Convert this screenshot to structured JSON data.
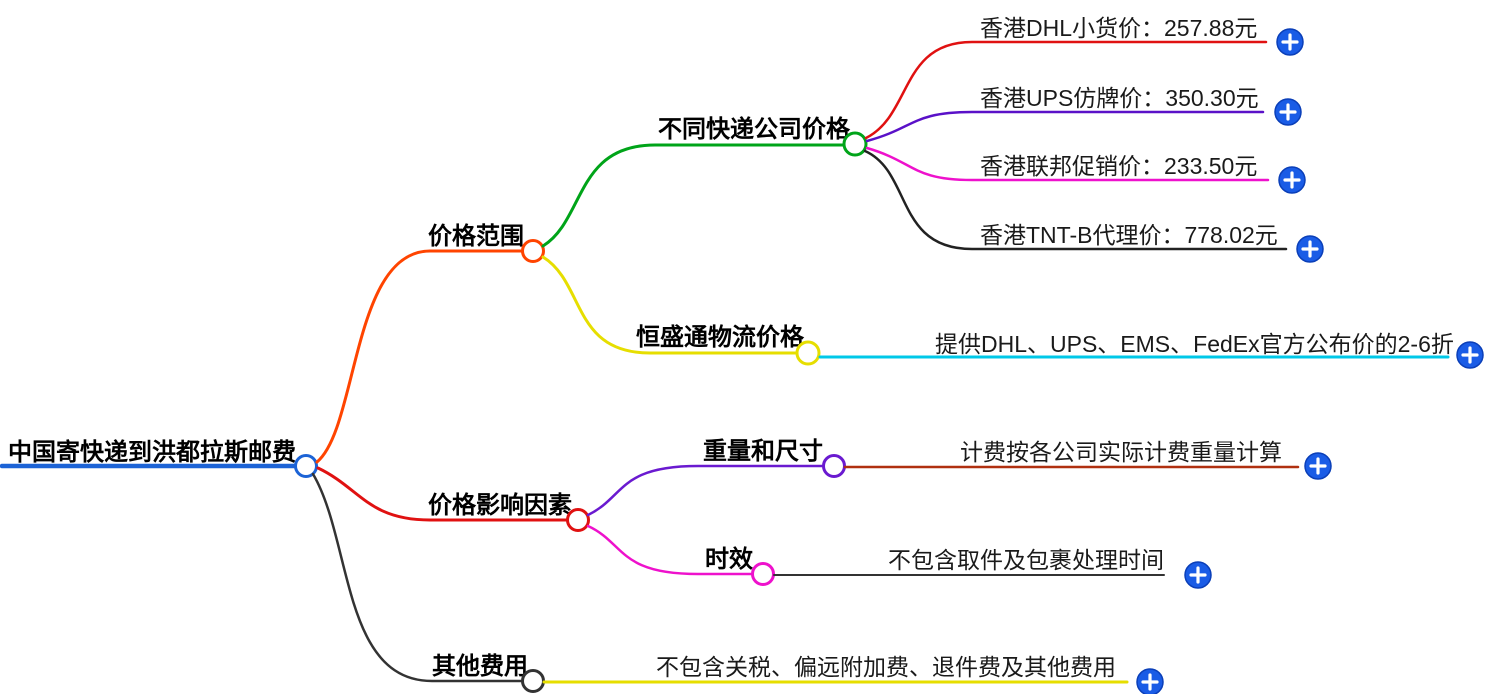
{
  "mindmap": {
    "root": {
      "label": "中国寄快递到洪都拉斯邮费",
      "color": "#1c63d6"
    },
    "branches": [
      {
        "label": "价格范围",
        "color": "#ff4400",
        "children": [
          {
            "label": "不同快递公司价格",
            "color": "#00a419",
            "children": [
              {
                "label": "香港DHL小货价：257.88元",
                "color": "#e01111"
              },
              {
                "label": "香港UPS仿牌价：350.30元",
                "color": "#5a11c8"
              },
              {
                "label": "香港联邦促销价：233.50元",
                "color": "#ee11cc"
              },
              {
                "label": "香港TNT-B代理价：778.02元",
                "color": "#222222"
              }
            ]
          },
          {
            "label": "恒盛通物流价格",
            "color": "#e6de00",
            "children": [
              {
                "label": "提供DHL、UPS、EMS、FedEx官方公布价的2-6折",
                "color": "#00c8e8"
              }
            ]
          }
        ]
      },
      {
        "label": "价格影响因素",
        "color": "#e01111",
        "children": [
          {
            "label": "重量和尺寸",
            "color": "#6a1ad0",
            "children": [
              {
                "label": "计费按各公司实际计费重量计算",
                "color": "#b03010"
              }
            ]
          },
          {
            "label": "时效",
            "color": "#ee11cc",
            "children": [
              {
                "label": "不包含取件及包裹处理时间",
                "color": "#333333"
              }
            ]
          }
        ]
      },
      {
        "label": "其他费用",
        "color": "#333333",
        "children": [
          {
            "label": "不包含关税、偏远附加费、退件费及其他费用",
            "color": "#e6de00"
          }
        ]
      }
    ],
    "expand_icon": {
      "glyph": "+",
      "color": "#1a5ce6"
    }
  }
}
